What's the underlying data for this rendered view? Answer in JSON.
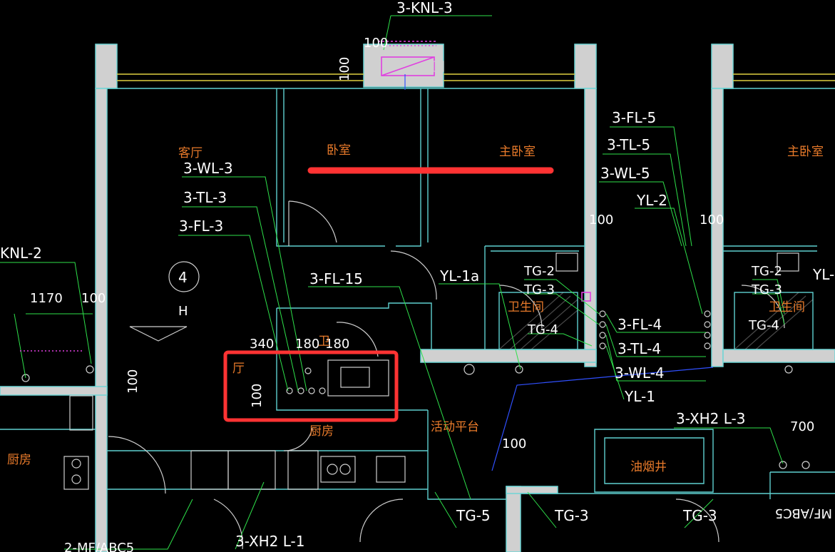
{
  "pipe_labels": {
    "knl3": "3-KNL-3",
    "fl5": "3-FL-5",
    "tl5": "3-TL-5",
    "wl5": "3-WL-5",
    "yl2": "YL-2",
    "wl3": "3-WL-3",
    "tl3": "3-TL-3",
    "fl3": "3-FL-3",
    "knl2": "KNL-2",
    "fl15": "3-FL-15",
    "yl1a": "YL-1a",
    "tg2a": "TG-2",
    "tg3a": "TG-3",
    "tg4a": "TG-4",
    "tg2b": "TG-2",
    "tg3b": "TG-3",
    "tg4b": "TG-4",
    "yl_cut": "YL-",
    "fl4": "3-FL-4",
    "tl4": "3-TL-4",
    "wl4": "3-WL-4",
    "yl1": "YL-1",
    "xh2l3": "3-XH2 L-3",
    "tg5": "TG-5",
    "tg3c": "TG-3",
    "tg3d": "TG-3",
    "xh2l1": "3-XH2 L-1",
    "mf_abc_left": "2-MF/ABC5",
    "mf_abc_right": "MF/ABC5"
  },
  "dimensions": {
    "d100_top": "100",
    "d100_a": "100",
    "d100_b": "100",
    "d100_c": "100",
    "d100_d": "100",
    "d100_e": "100",
    "d1170": "1170",
    "d340": "340",
    "d180a": "180",
    "d180b": "180",
    "d100_v1": "100",
    "d100_v2": "100",
    "d700": "700"
  },
  "rooms": {
    "living": "客厅",
    "bedroom": "卧室",
    "master_bedroom": "主卧室",
    "master_bedroom_right": "主卧室",
    "bathroom": "卫生间",
    "bathroom_right": "卫生间",
    "kitchen_left": "厨房",
    "kitchen": "厨房",
    "living_cut": "厅",
    "balcony": "活动平台",
    "fume_shaft": "油烟井",
    "wc_small": "卫"
  },
  "axis_marker": {
    "number": "4",
    "letter": "H"
  },
  "colors": {
    "background": "#000000",
    "wall": "#d0d0d0",
    "wall_outline": "#6fd6d6",
    "text": "#ffffff",
    "room_text": "#e87a2a",
    "leader": "#2ee04a",
    "highlight": "#ff3333"
  }
}
